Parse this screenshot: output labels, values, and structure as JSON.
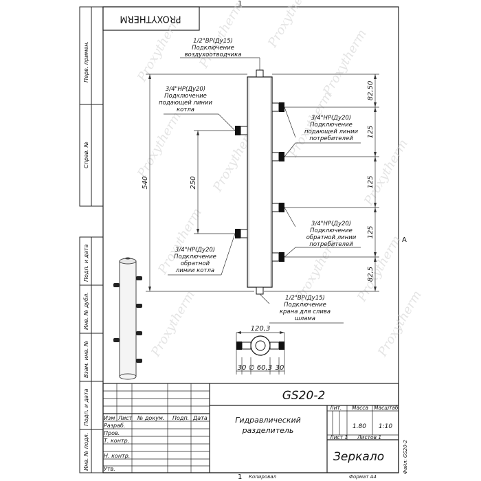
{
  "sheet": {
    "brand": "PROXYTHERM",
    "top_mark": "1",
    "bottom_mark": "1",
    "bottom_kopiroval": "Копировал",
    "bottom_format": "Формат А4",
    "right_mark": "A",
    "file_label": "Файл: GS20-2",
    "watermark": "Proxytherm"
  },
  "left_strip": {
    "perv_primen": "Перв. примен.",
    "sprav_no": "Справ. №",
    "podp_data_1": "Подп. и дата",
    "inv_dubl": "Инв. № дубл.",
    "vzam_inv": "Взам. инв. №",
    "podp_data_2": "Подп. и дата",
    "inv_podl": "Инв. № подл."
  },
  "drawing": {
    "top_conn": {
      "size": "1/2\"ВР(Ду15)",
      "line1": "Подключение",
      "line2": "воздухоотводчика"
    },
    "boiler_supply": {
      "size": "3/4\"НР(Ду20)",
      "line1": "Подключение",
      "line2": "подающей линии",
      "line3": "котла"
    },
    "cons_supply": {
      "size": "3/4\"НР(Ду20)",
      "line1": "Подключение",
      "line2": "подающей линии",
      "line3": "потребителей"
    },
    "cons_return": {
      "size": "3/4\"НР(Ду20)",
      "line1": "Подключение",
      "line2": "обратной линии",
      "line3": "потребителей"
    },
    "boiler_return": {
      "size": "3/4\"НР(Ду20)",
      "line1": "Подключение",
      "line2": "обратной",
      "line3": "линии котла"
    },
    "bottom_conn": {
      "size": "1/2\"ВР(Ду15)",
      "line1": "Подключение",
      "line2": "крана для слива",
      "line3": "шлама"
    },
    "dim_total": "540",
    "dim_250": "250",
    "dim_8250": "82,50",
    "dim_125a": "125",
    "dim_125b": "125",
    "dim_125c": "125",
    "dim_825": "82,5",
    "dim_1203": "120,3",
    "dim_30a": "30",
    "dim_603": "∅ 60,3",
    "dim_30b": "30"
  },
  "title_block": {
    "code": "GS20-2",
    "name_line1": "Гидравлический",
    "name_line2": "разделитель",
    "col_izm": "Изм",
    "col_list": "Лист",
    "col_dokum": "№ докум.",
    "col_podp": "Подп.",
    "col_data": "Дата",
    "row_razrab": "Разраб.",
    "row_prov": "Пров.",
    "row_tkontr": "Т. контр.",
    "row_nkontr": "Н. контр.",
    "row_utv": "Утв.",
    "lit": "Лит.",
    "massa": "Масса",
    "masshtab": "Масштаб",
    "massa_val": "1.80",
    "masshtab_val": "1:10",
    "list_label": "Лист 1",
    "listov_label": "Листов 1",
    "material": "Зеркало"
  }
}
